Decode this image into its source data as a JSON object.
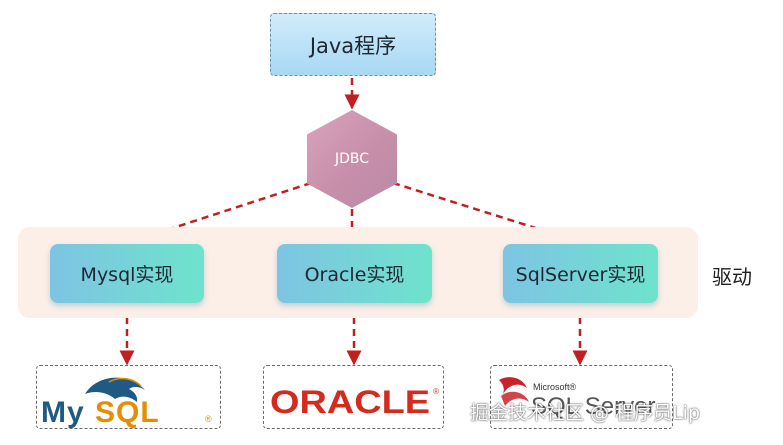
{
  "top": {
    "label": "Java程序"
  },
  "middle": {
    "label": "JDBC"
  },
  "drivers": {
    "group_label": "驱动",
    "items": [
      "Mysql实现",
      "Oracle实现",
      "SqlServer实现"
    ]
  },
  "databases": {
    "mysql": {
      "logo_text": "MySQL",
      "mark": "®"
    },
    "oracle": {
      "logo_text": "ORACLE",
      "mark": "®"
    },
    "sqlserver": {
      "logo_small": "Microsoft®",
      "logo_text": "SQL Server"
    }
  },
  "watermark": "掘金技术社区 @ 程序员Lip",
  "colors": {
    "arrow": "#c21f1f",
    "java_box": "#a7d8f4",
    "jdbc_hex": "#c78fa9",
    "driver_band": "#fcefe8",
    "impl_left": "#7ec4e3",
    "impl_right": "#6ee3cc",
    "oracle_red": "#d52b1e",
    "mysql_blue": "#1f5a84",
    "mysql_orange": "#e48e00"
  }
}
